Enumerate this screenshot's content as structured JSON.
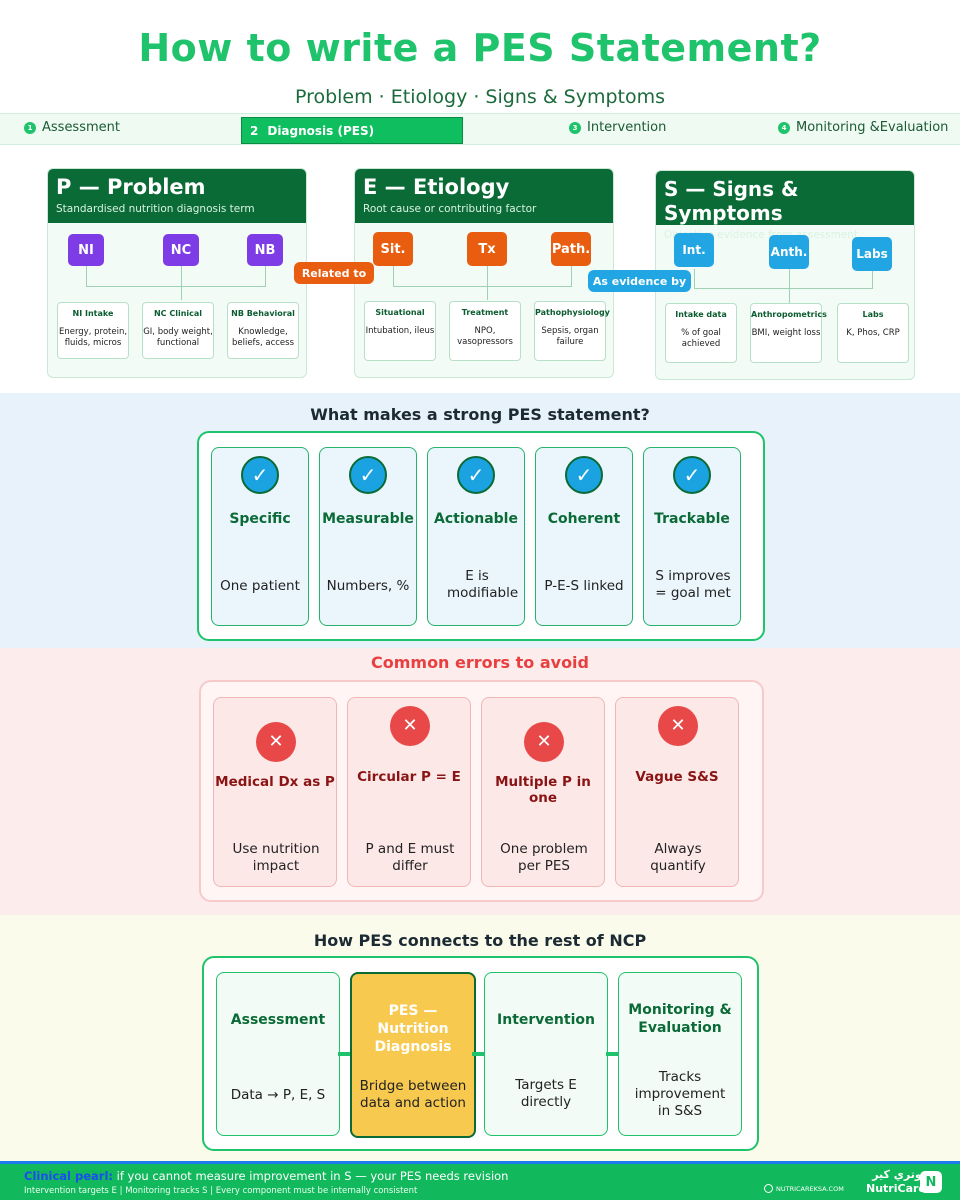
{
  "header": {
    "title": "How to write a PES Statement?",
    "subtitle": "Problem · Etiology · Signs & Symptoms"
  },
  "steps": [
    {
      "num": "1",
      "label": "Assessment"
    },
    {
      "num": "2",
      "label": "Diagnosis (PES)"
    },
    {
      "num": "3",
      "label": "Intervention"
    },
    {
      "num": "4",
      "label": "Monitoring &Evaluation"
    }
  ],
  "pes": {
    "problem": {
      "heading": "P — Problem",
      "sub": "Standardised nutrition diagnosis term",
      "nodes": [
        "NI",
        "NC",
        "NB"
      ],
      "items": [
        {
          "title": "NI Intake",
          "desc": "Energy, protein, fluids, micros"
        },
        {
          "title": "NC Clinical",
          "desc": "GI, body weight, functional"
        },
        {
          "title": "NB Behavioral",
          "desc": "Knowledge, beliefs, access"
        }
      ]
    },
    "etiology": {
      "heading": "E — Etiology",
      "sub": "Root cause or contributing factor",
      "nodes": [
        "Sit.",
        "Tx",
        "Path."
      ],
      "items": [
        {
          "title": "Situational",
          "desc": "Intubation, ileus"
        },
        {
          "title": "Treatment",
          "desc": "NPO, vasopressors"
        },
        {
          "title": "Pathophysiology",
          "desc": "Sepsis, organ failure"
        }
      ]
    },
    "signs": {
      "heading": "S — Signs & Symptoms",
      "sub": "Objective evidence from assessment",
      "nodes": [
        "Int.",
        "Anth.",
        "Labs"
      ],
      "items": [
        {
          "title": "Intake data",
          "desc": "% of goal achieved"
        },
        {
          "title": "Anthropometrics",
          "desc": "BMI, weight loss"
        },
        {
          "title": "Labs",
          "desc": "K, Phos, CRP"
        }
      ]
    },
    "related_to": "Related to",
    "as_evidence_by": "As evidence by"
  },
  "strong": {
    "title": "What makes a strong PES statement?",
    "check_icon": "✓",
    "items": [
      {
        "name": "Specific",
        "desc": "One patient"
      },
      {
        "name": "Measurable",
        "desc": "Numbers, %"
      },
      {
        "name": "Actionable",
        "desc": "E is modifiable"
      },
      {
        "name": "Coherent",
        "desc": "P-E-S linked"
      },
      {
        "name": "Trackable",
        "desc": "S improves = goal met"
      }
    ]
  },
  "errors": {
    "title": "Common errors to avoid",
    "x_icon": "✕",
    "items": [
      {
        "name": "Medical Dx as P",
        "desc": "Use nutrition impact"
      },
      {
        "name": "Circular P = E",
        "desc": "P and E must differ"
      },
      {
        "name": "Multiple P in one",
        "desc": "One problem per PES"
      },
      {
        "name": "Vague S&S",
        "desc": "Always quantify"
      }
    ]
  },
  "ncp": {
    "title": "How PES connects to the rest of NCP",
    "items": [
      {
        "name": "Assessment",
        "desc": "Data → P, E, S"
      },
      {
        "name": "PES — Nutrition Diagnosis",
        "desc": "Bridge between data and action"
      },
      {
        "name": "Intervention",
        "desc": "Targets E directly"
      },
      {
        "name": "Monitoring & Evaluation",
        "desc": "Tracks improvement in S&S"
      }
    ]
  },
  "footer": {
    "pearl_label": "Clinical pearl:",
    "pearl_text": " if you cannot measure improvement in S — your PES needs revision",
    "small": "Intervention targets E  |  Monitoring tracks S  |  Every component must be internally consistent",
    "url": "NUTRICAREKSA.COM",
    "brand_ar": "نوتري كير",
    "brand_en": "NutriCare"
  },
  "colors": {
    "accent_green": "#1ec36b",
    "dark_green": "#0b6b37",
    "purple": "#7d3ce6",
    "orange": "#e85d0f",
    "blue": "#22a6e3",
    "error_red": "#e84848",
    "highlight_yellow": "#f7c94f"
  }
}
